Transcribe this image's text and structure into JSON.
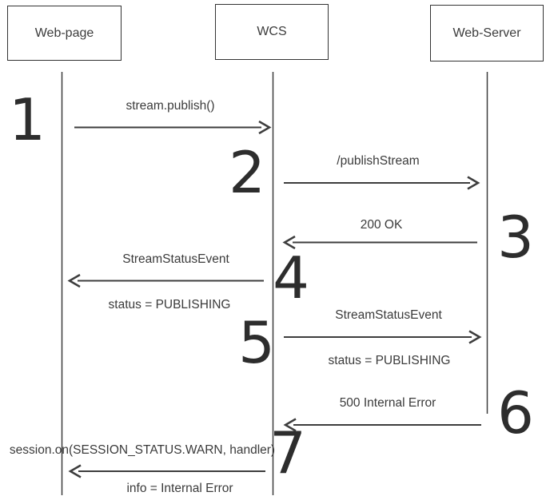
{
  "colors": {
    "line": "#3d3d3d",
    "text": "#3b3b3b",
    "number": "#2d2d2d",
    "background": "#ffffff"
  },
  "participants": [
    {
      "label": "Web-page"
    },
    {
      "label": "WCS"
    },
    {
      "label": "Web-Server"
    }
  ],
  "messages": [
    {
      "number": "1",
      "from": "Web-page",
      "to": "WCS",
      "label": "stream.publish()"
    },
    {
      "number": "2",
      "from": "WCS",
      "to": "Web-Server",
      "label": "/publishStream"
    },
    {
      "number": "3",
      "from": "Web-Server",
      "to": "WCS",
      "label": "200 OK"
    },
    {
      "number": "4",
      "from": "WCS",
      "to": "Web-page",
      "label": "StreamStatusEvent",
      "sublabel": "status = PUBLISHING"
    },
    {
      "number": "5",
      "from": "WCS",
      "to": "Web-Server",
      "label": "StreamStatusEvent",
      "sublabel": "status = PUBLISHING"
    },
    {
      "number": "6",
      "from": "Web-Server",
      "to": "WCS",
      "label": "500 Internal Error"
    },
    {
      "number": "7",
      "from": "WCS",
      "to": "Web-page",
      "label": "session.on(SESSION_STATUS.WARN, handler)",
      "sublabel": "info = Internal Error"
    }
  ]
}
